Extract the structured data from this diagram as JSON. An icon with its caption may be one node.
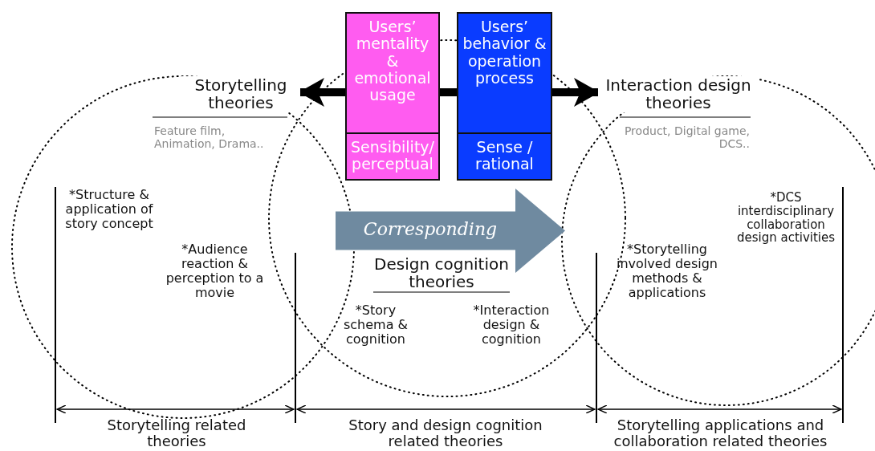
{
  "diagram": {
    "nodes": [
      {
        "text": [
          "Users’ mentality & emotional usage",
          "Sensibility/ perceptual"
        ]
      },
      {
        "text": [
          "Users’ behavior & operation process",
          "Sense / rational"
        ]
      },
      {
        "text": [
          "Storytelling theories"
        ]
      },
      {
        "text": [
          "Interaction design theories"
        ]
      },
      {
        "text": [
          "Corresponding"
        ]
      }
    ],
    "edges": [
      {
        "from": 0,
        "to": 2,
        "arrow": "to"
      },
      {
        "from": 0,
        "to": 1,
        "arrow": "none"
      },
      {
        "from": 1,
        "to": 3,
        "arrow": "to"
      }
    ],
    "labels": [
      "Feature film, Animation, Drama..",
      "Product, Digital game, DCS..",
      "*Structure & application of story concept",
      "*DCS interdisciplinary collaboration design activities",
      "*Audience reaction & perception to a movie",
      "*Storytelling involved design methods & applications",
      "Design cognition theories",
      "*Story schema & cognition",
      "*Interaction design & cognition",
      "Storytelling related theories",
      "Story and design cognition related theories",
      "Storytelling applications and collaboration related theories"
    ]
  }
}
